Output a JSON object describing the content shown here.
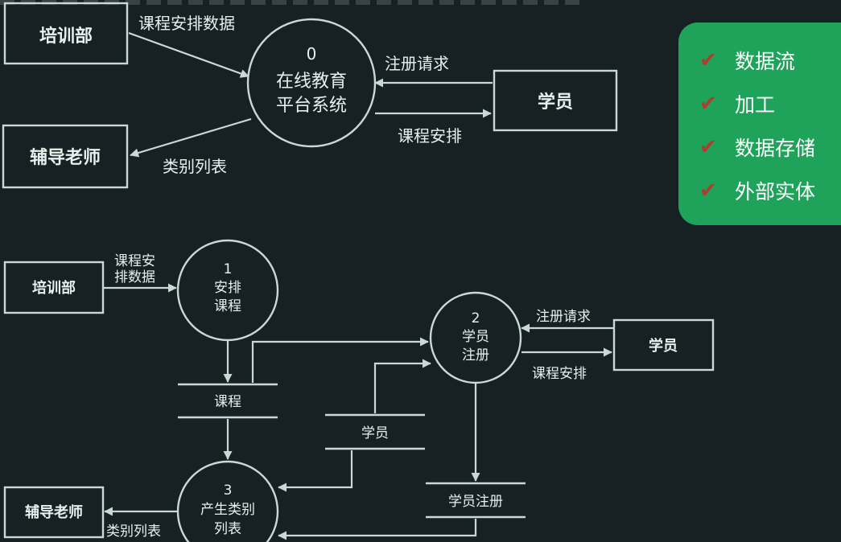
{
  "context_diagram": {
    "entities": {
      "training_dept": "培训部",
      "tutor": "辅导老师",
      "student": "学员"
    },
    "process": {
      "number": "0",
      "line1": "在线教育",
      "line2": "平台系统"
    },
    "flows": {
      "schedule_data": "课程安排数据",
      "category_list": "类别列表",
      "register_request": "注册请求",
      "course_schedule": "课程安排"
    }
  },
  "level1_diagram": {
    "entities": {
      "training_dept": "培训部",
      "tutor": "辅导老师",
      "student": "学员"
    },
    "processes": {
      "p1": {
        "number": "1",
        "line1": "安排",
        "line2": "课程"
      },
      "p2": {
        "number": "2",
        "line1": "学员",
        "line2": "注册"
      },
      "p3": {
        "number": "3",
        "line1": "产生类别",
        "line2": "列表"
      }
    },
    "stores": {
      "course": "课程",
      "student": "学员",
      "registration": "学员注册"
    },
    "flows": {
      "schedule_data_line1": "课程安",
      "schedule_data_line2": "排数据",
      "register_request": "注册请求",
      "course_schedule": "课程安排",
      "category_list": "类别列表"
    }
  },
  "legend": {
    "items": [
      {
        "icon": "check-icon",
        "label": "数据流"
      },
      {
        "icon": "check-icon",
        "label": "加工"
      },
      {
        "icon": "check-icon",
        "label": "数据存储"
      },
      {
        "icon": "check-icon",
        "label": "外部实体"
      }
    ],
    "colors": {
      "background": "#1fa25a",
      "check": "#b33a2e"
    }
  }
}
